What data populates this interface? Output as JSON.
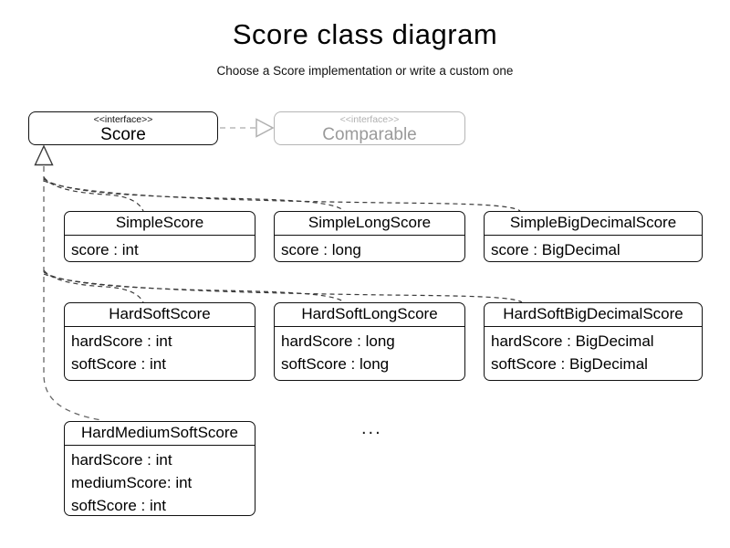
{
  "title": "Score class diagram",
  "subtitle": "Choose a Score implementation or write a custom one",
  "interfaces": {
    "score": {
      "stereotype": "<<interface>>",
      "name": "Score"
    },
    "comparable": {
      "stereotype": "<<interface>>",
      "name": "Comparable"
    }
  },
  "classes": [
    {
      "name": "SimpleScore",
      "attributes": [
        "score : int"
      ]
    },
    {
      "name": "SimpleLongScore",
      "attributes": [
        "score : long"
      ]
    },
    {
      "name": "SimpleBigDecimalScore",
      "attributes": [
        "score : BigDecimal"
      ]
    },
    {
      "name": "HardSoftScore",
      "attributes": [
        "hardScore : int",
        "softScore : int"
      ]
    },
    {
      "name": "HardSoftLongScore",
      "attributes": [
        "hardScore : long",
        "softScore : long"
      ]
    },
    {
      "name": "HardSoftBigDecimalScore",
      "attributes": [
        "hardScore : BigDecimal",
        "softScore : BigDecimal"
      ]
    },
    {
      "name": "HardMediumSoftScore",
      "attributes": [
        "hardScore : int",
        "mediumScore: int",
        "softScore : int"
      ]
    }
  ],
  "ellipsis": "...",
  "relationships": {
    "score_to_comparable": "realization (dashed, hollow triangle)",
    "classes_to_score": "realization (dashed, hollow triangle)"
  },
  "colors": {
    "box_border": "#111111",
    "muted_border": "#b5b5b5",
    "muted_text": "#9a9a9a",
    "connector_dark": "#3a3a3a",
    "connector_trunk": "#666666",
    "connector_muted": "#b8b8b8"
  }
}
